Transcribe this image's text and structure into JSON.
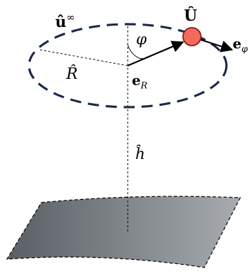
{
  "labels": {
    "u_inf_base": "û",
    "u_inf_sup": "∞",
    "phi": "φ",
    "U_hat": "Û",
    "e_phi_base": "e",
    "e_phi_sub": "φ",
    "e_R_base": "e",
    "e_R_sub": "R",
    "R_hat": "R̂",
    "h_hat": "ĥ"
  },
  "colors": {
    "orbit": "#1a2a4a",
    "particle_fill": "#f26b5b",
    "particle_stroke": "#8a1b14",
    "surface_left": "#5a5f66",
    "surface_right": "#a7abae"
  }
}
